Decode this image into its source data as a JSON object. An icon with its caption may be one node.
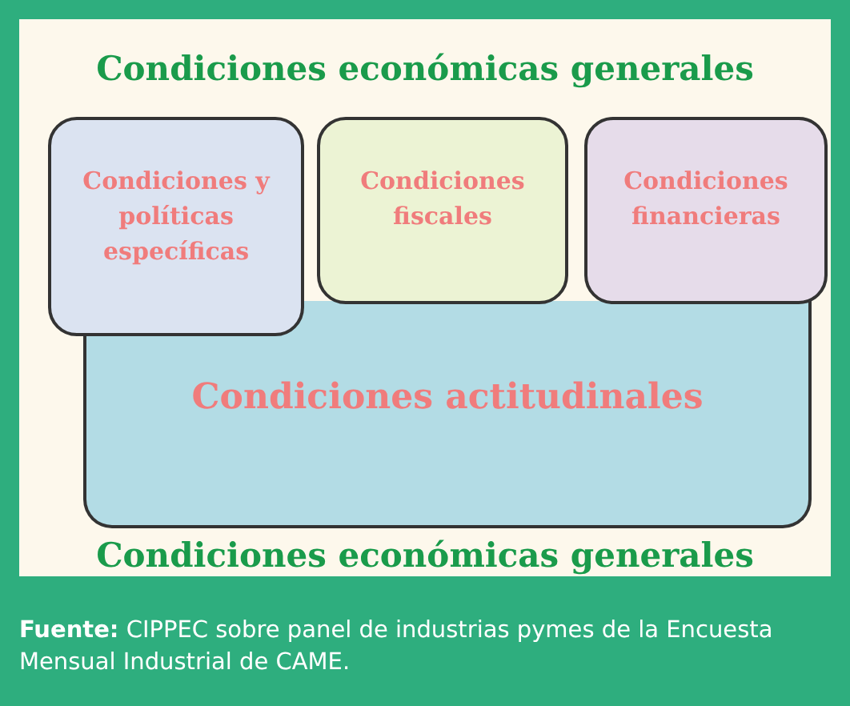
{
  "diagram": {
    "caption": "**Fuente:** CIPPEC sobre panel de industrias pymes de la Encuesta Mensual Industrial de CAME.",
    "nodes": [
      {
        "text": [
          "Condiciones económicas generales",
          "Condiciones económicas generales"
        ]
      },
      {
        "text": [
          "Condiciones y políticas específicas"
        ],
        "in": 0
      },
      {
        "text": [
          "Condiciones fiscales"
        ],
        "in": 0
      },
      {
        "text": [
          "Condiciones financieras"
        ],
        "in": 0
      },
      {
        "text": [
          "Condiciones actitudinales"
        ],
        "in": 0
      }
    ],
    "edges": []
  }
}
